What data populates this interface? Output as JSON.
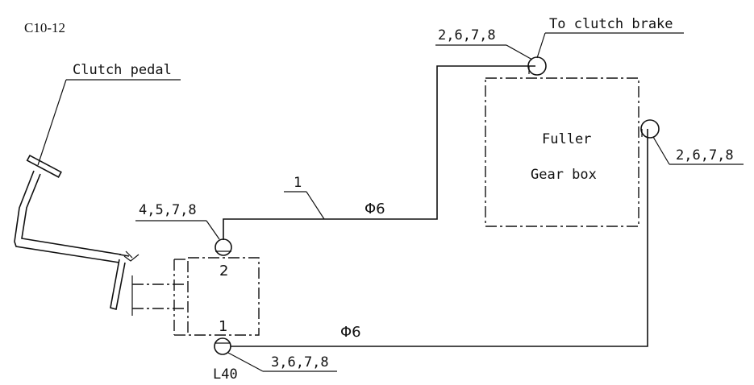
{
  "figure_code": "C10-12",
  "labels": {
    "clutch_pedal": "Clutch pedal",
    "to_clutch_brake": "To clutch brake",
    "gearbox_line1": "Fuller",
    "gearbox_line2": "Gear box",
    "callout_top": "2,6,7,8",
    "callout_right": "2,6,7,8",
    "callout_port2": "4,5,7,8",
    "callout_port1": "3,6,7,8",
    "pipe_number": "1",
    "pipe_dia_upper": "Φ6",
    "pipe_dia_lower": "Φ6",
    "port_2": "2",
    "port_1": "1",
    "fitting_l40": "L40"
  }
}
